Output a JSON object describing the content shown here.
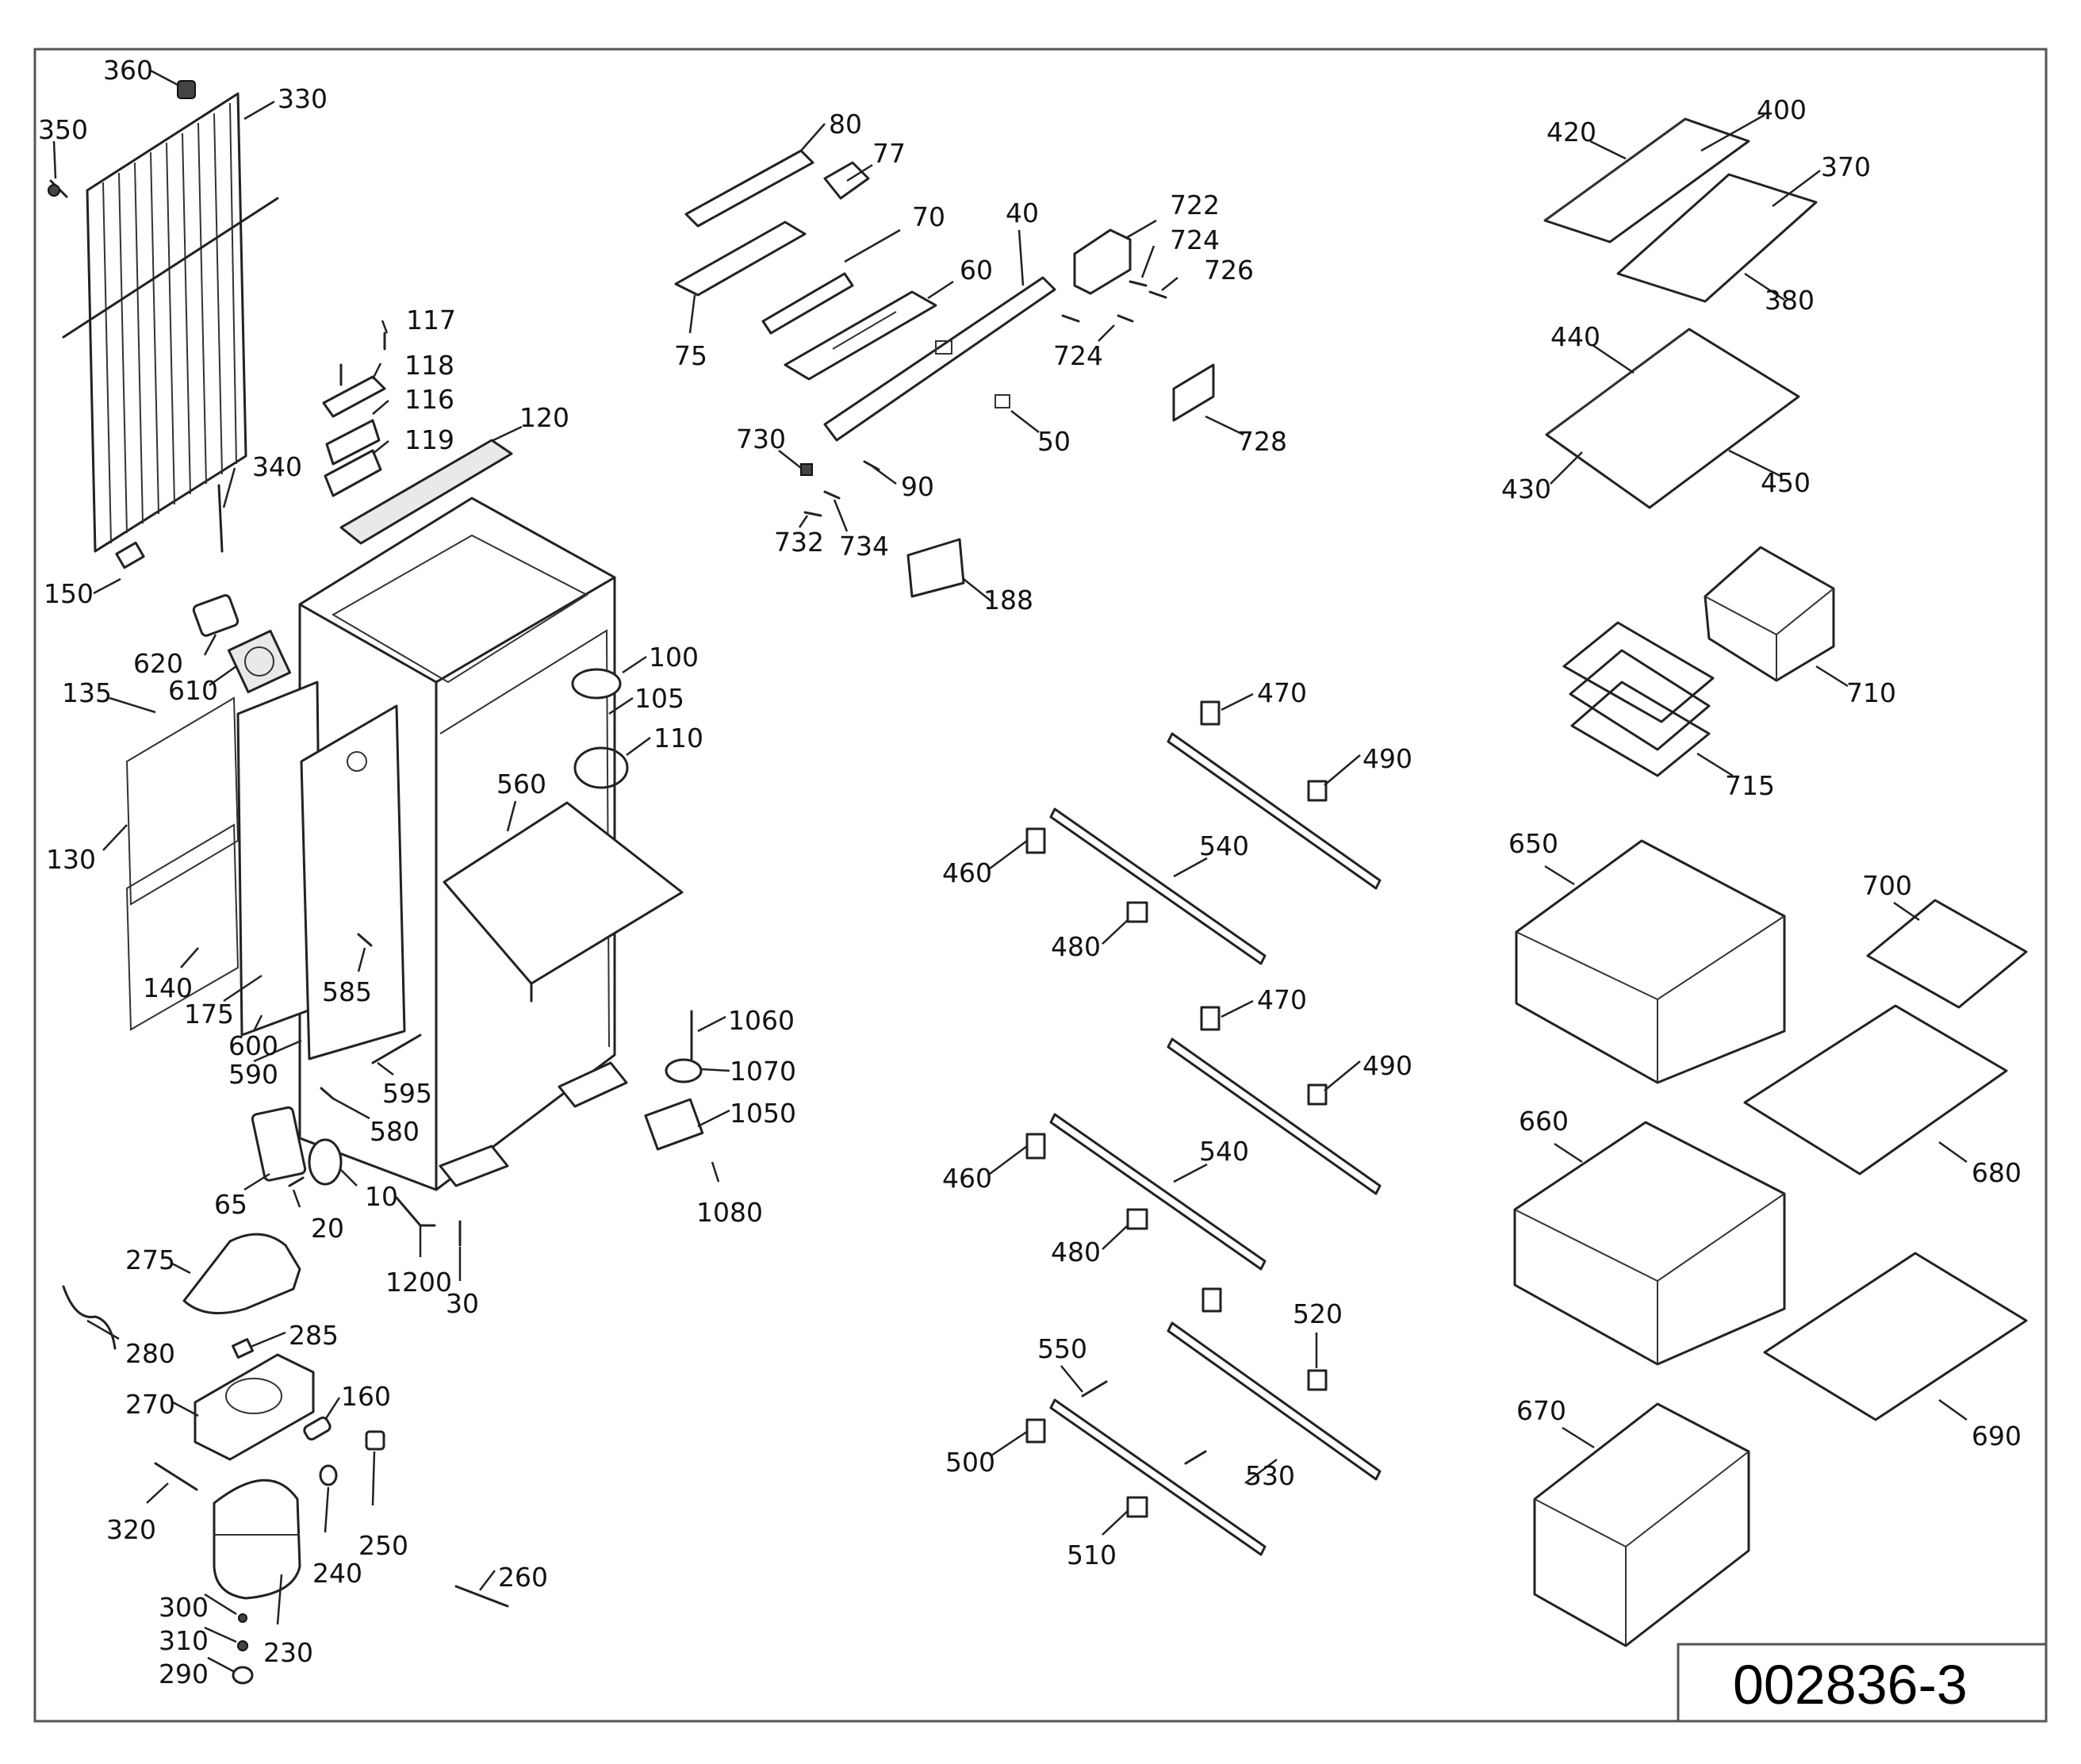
{
  "drawing_code": "002836-3",
  "callouts": [
    "360",
    "330",
    "350",
    "150",
    "340",
    "117",
    "118",
    "116",
    "119",
    "120",
    "135",
    "620",
    "610",
    "130",
    "140",
    "175",
    "600",
    "590",
    "585",
    "595",
    "580",
    "65",
    "20",
    "10",
    "1200",
    "30",
    "275",
    "280",
    "285",
    "270",
    "160",
    "320",
    "240",
    "250",
    "300",
    "310",
    "290",
    "230",
    "260",
    "100",
    "105",
    "110",
    "560",
    "1060",
    "1070",
    "1050",
    "1080",
    "80",
    "77",
    "70",
    "75",
    "60",
    "40",
    "722",
    "724",
    "726",
    "724b",
    "50",
    "728",
    "730",
    "90",
    "732",
    "734",
    "188",
    "420",
    "400",
    "370",
    "380",
    "440",
    "430",
    "450",
    "710",
    "715",
    "470",
    "490",
    "460",
    "540",
    "480",
    "470b",
    "490b",
    "460b",
    "540b",
    "480b",
    "520",
    "550",
    "500",
    "530",
    "510",
    "650",
    "700",
    "660",
    "680",
    "670",
    "690"
  ],
  "labels": {
    "c360": "360",
    "c330": "330",
    "c350": "350",
    "c150": "150",
    "c340": "340",
    "c117": "117",
    "c118": "118",
    "c116": "116",
    "c119": "119",
    "c120": "120",
    "c135": "135",
    "c620": "620",
    "c610": "610",
    "c130": "130",
    "c140": "140",
    "c175": "175",
    "c600": "600",
    "c590": "590",
    "c585": "585",
    "c595": "595",
    "c580": "580",
    "c65": "65",
    "c20": "20",
    "c10": "10",
    "c1200": "1200",
    "c30": "30",
    "c275": "275",
    "c280": "280",
    "c285": "285",
    "c270": "270",
    "c160": "160",
    "c320": "320",
    "c240": "240",
    "c250": "250",
    "c300": "300",
    "c310": "310",
    "c290": "290",
    "c230": "230",
    "c260": "260",
    "c100": "100",
    "c105": "105",
    "c110": "110",
    "c560": "560",
    "c1060": "1060",
    "c1070": "1070",
    "c1050": "1050",
    "c1080": "1080",
    "c80": "80",
    "c77": "77",
    "c70": "70",
    "c75": "75",
    "c60": "60",
    "c40": "40",
    "c722": "722",
    "c724": "724",
    "c726": "726",
    "c724b": "724",
    "c50": "50",
    "c728": "728",
    "c730": "730",
    "c90": "90",
    "c732": "732",
    "c734": "734",
    "c188": "188",
    "c420": "420",
    "c400": "400",
    "c370": "370",
    "c380": "380",
    "c440": "440",
    "c430": "430",
    "c450": "450",
    "c710": "710",
    "c715": "715",
    "c470": "470",
    "c490": "490",
    "c460": "460",
    "c540": "540",
    "c480": "480",
    "c470b": "470",
    "c490b": "490",
    "c460b": "460",
    "c540b": "540",
    "c480b": "480",
    "c520": "520",
    "c550": "550",
    "c500": "500",
    "c530": "530",
    "c510": "510",
    "c650": "650",
    "c700": "700",
    "c660": "660",
    "c680": "680",
    "c670": "670",
    "c690": "690"
  }
}
